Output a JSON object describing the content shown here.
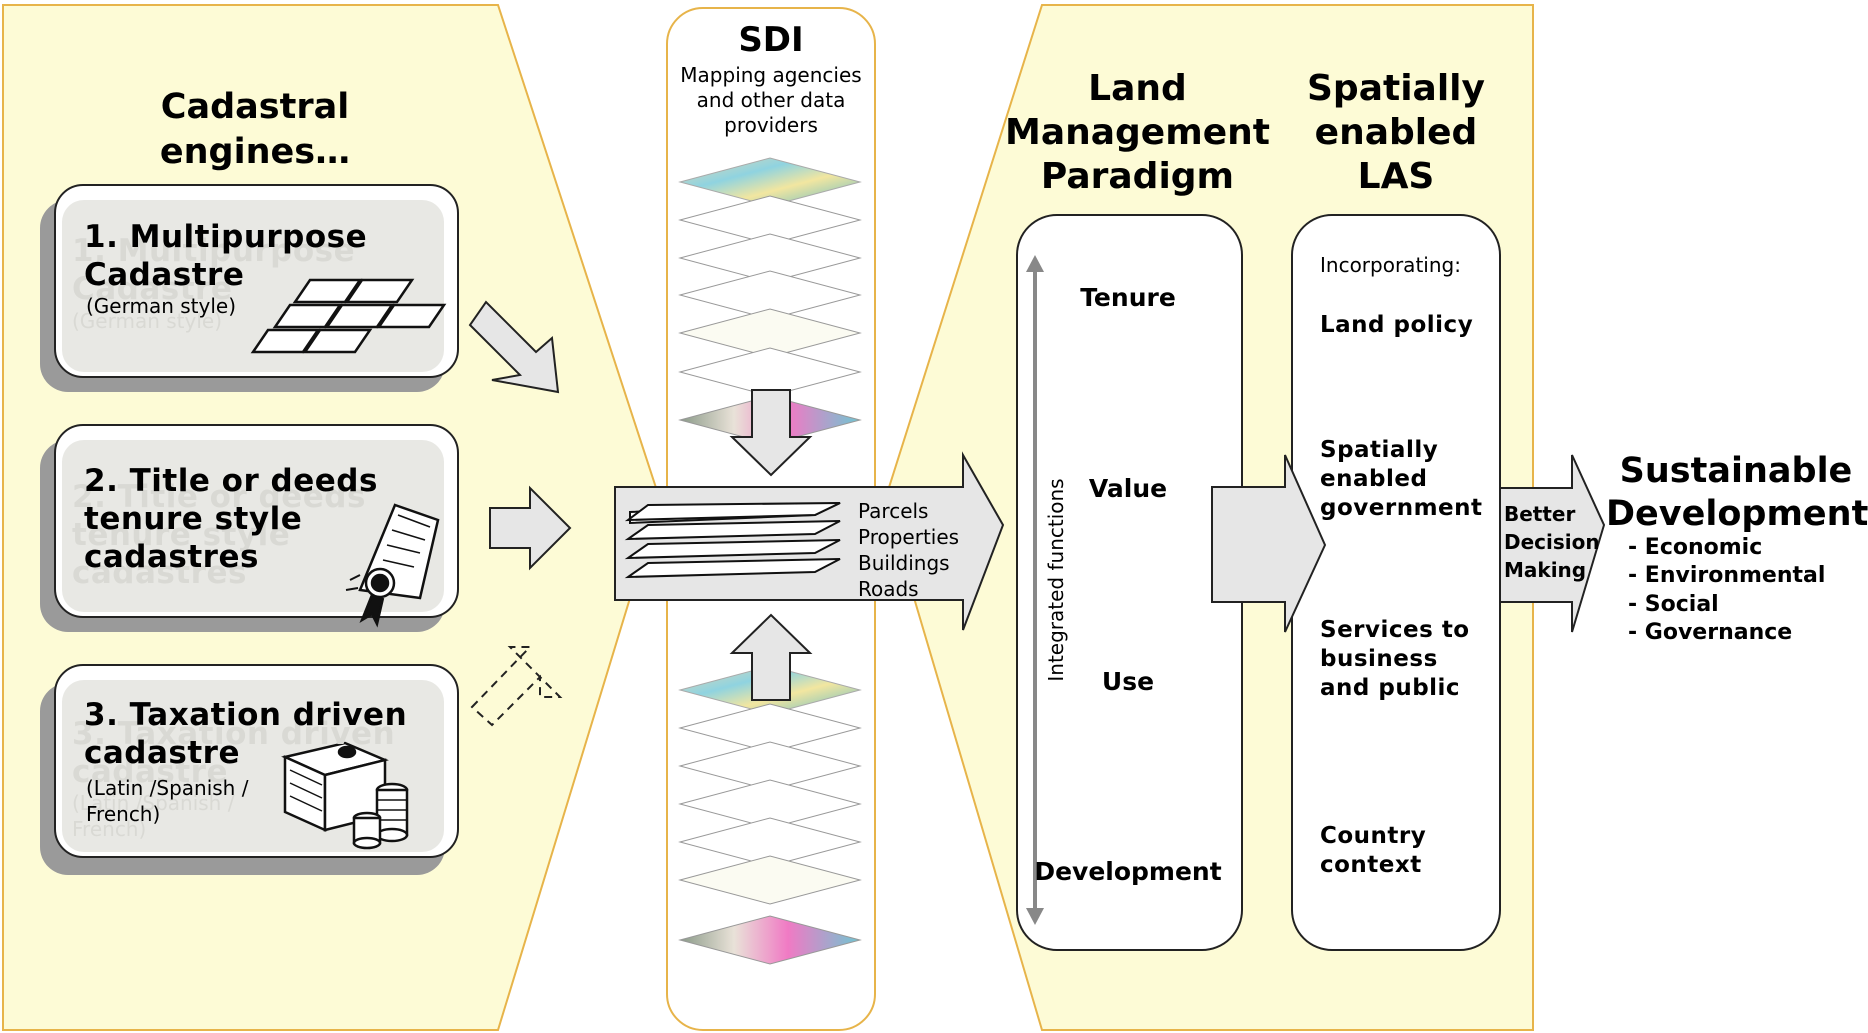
{
  "engines": {
    "title": "Cadastral engines…",
    "cards": [
      {
        "title": "1. Multipurpose Cadastre",
        "subtitle": "(German style)",
        "icon": "brick-parcels-icon"
      },
      {
        "title": "2. Title or deeds tenure style cadastres",
        "subtitle": "",
        "icon": "certificate-icon"
      },
      {
        "title": "3. Taxation driven cadastre",
        "subtitle": "(Latin /Spanish / French)",
        "icon": "money-stack-icon"
      }
    ],
    "ghost_texts": [
      "1. Multipurpose Cadastre",
      "(German style)",
      "2. Title or deeds tenure style cadastres",
      "3. Taxation driven cadastre",
      "(Latin /Spanish / French)"
    ]
  },
  "sdi": {
    "title": "SDI",
    "subtitle": "Mapping agencies and other data providers",
    "layers": [
      "Parcels",
      "Properties",
      "Buildings",
      "Roads"
    ]
  },
  "paradigm": {
    "title": "Land Management Paradigm",
    "functions": [
      "Tenure",
      "Value",
      "Use",
      "Development"
    ],
    "axis_label": "Integrated functions"
  },
  "las": {
    "title": "Spatially enabled LAS",
    "incorporating": "Incorporating:",
    "items": [
      "Land policy",
      "Spatially enabled government",
      "Services to business and public",
      "Country context"
    ]
  },
  "decision": {
    "label": "Better Decision Making"
  },
  "outcome": {
    "title": "Sustainable Development",
    "items": [
      "- Economic",
      "- Environmental",
      "- Social",
      "- Governance"
    ]
  },
  "colors": {
    "panel_fill": "#fdfbd6",
    "panel_border": "#e7b44a",
    "card_fill": "#e8e8e4",
    "arrow_fill": "#e6e6e6"
  }
}
